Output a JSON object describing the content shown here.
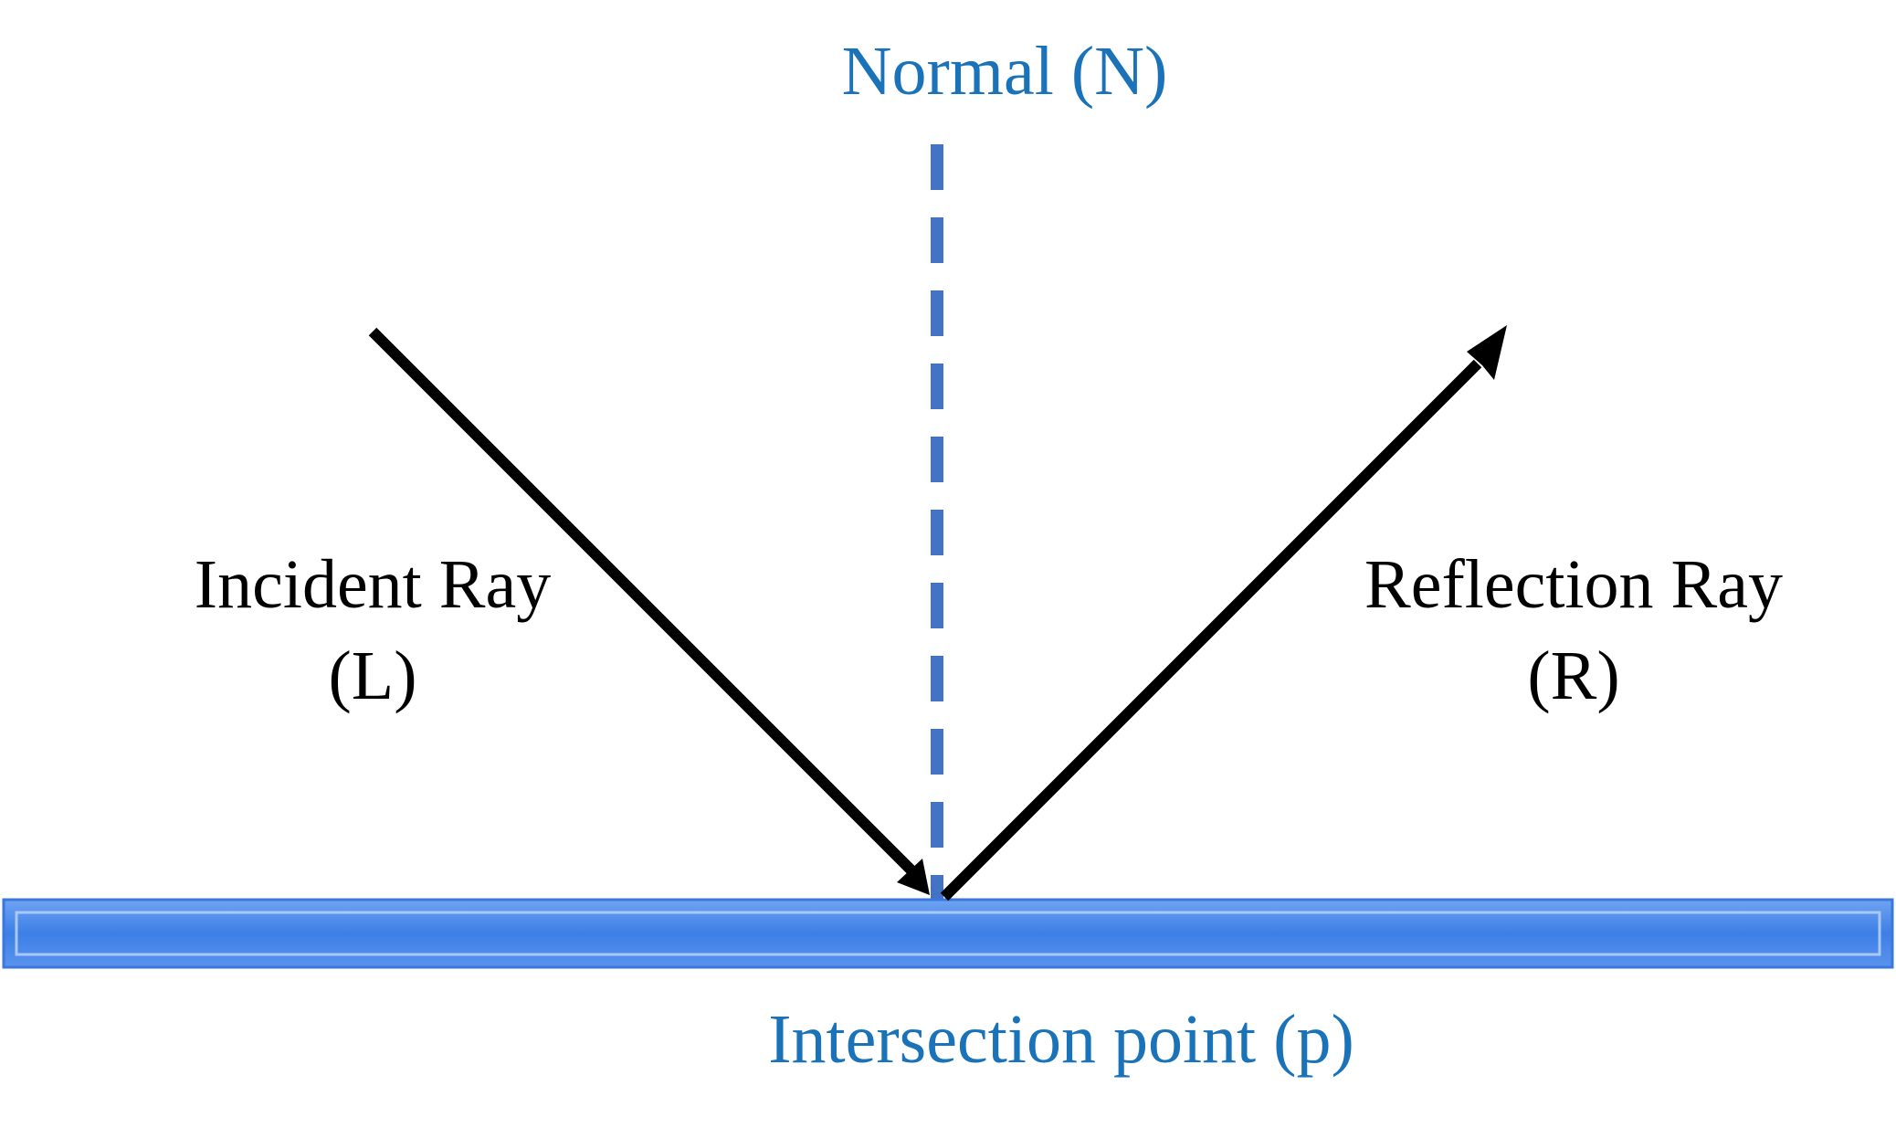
{
  "labels": {
    "normal": "Normal (N)",
    "incident_line1": "Incident Ray",
    "incident_line2": "(L)",
    "reflection_line1": "Reflection Ray",
    "reflection_line2": "(R)",
    "intersection": "Intersection point (p)"
  },
  "colors": {
    "label_blue": "#1a72b8",
    "normal_line": "#4472c4",
    "surface_fill": "#3d7fe6",
    "surface_highlight": "#8fb8f5",
    "ray": "#000000",
    "text_black": "#000000"
  }
}
